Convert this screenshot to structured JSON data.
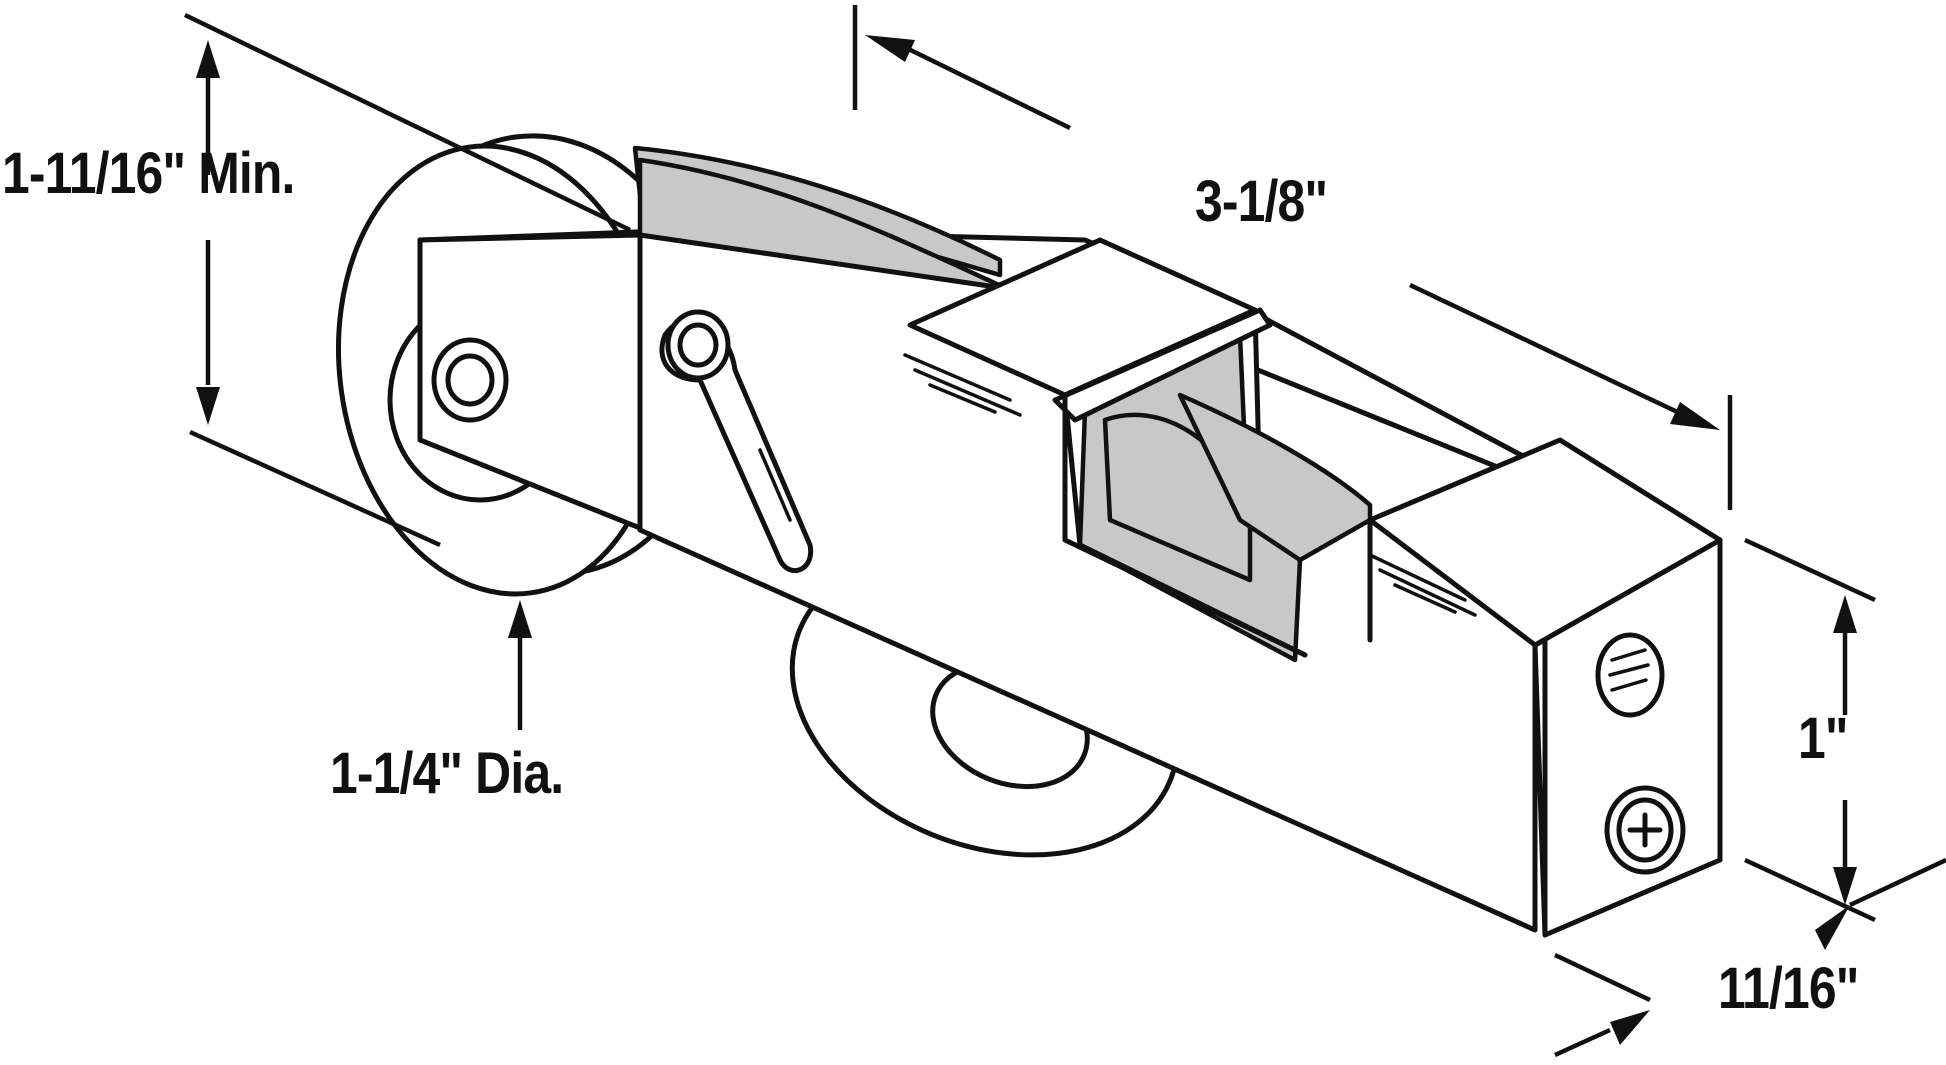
{
  "diagram": {
    "subject": "sliding door roller assembly",
    "ink_color": "#111111",
    "shade_color": "#c8c8c8",
    "background_color": "#ffffff",
    "dimensions": {
      "height_min": "1-11/16\" Min.",
      "length": "3-1/8\"",
      "wheel_diameter": "1-1/4\" Dia.",
      "body_height": "1\"",
      "body_width": "11/16\""
    }
  }
}
